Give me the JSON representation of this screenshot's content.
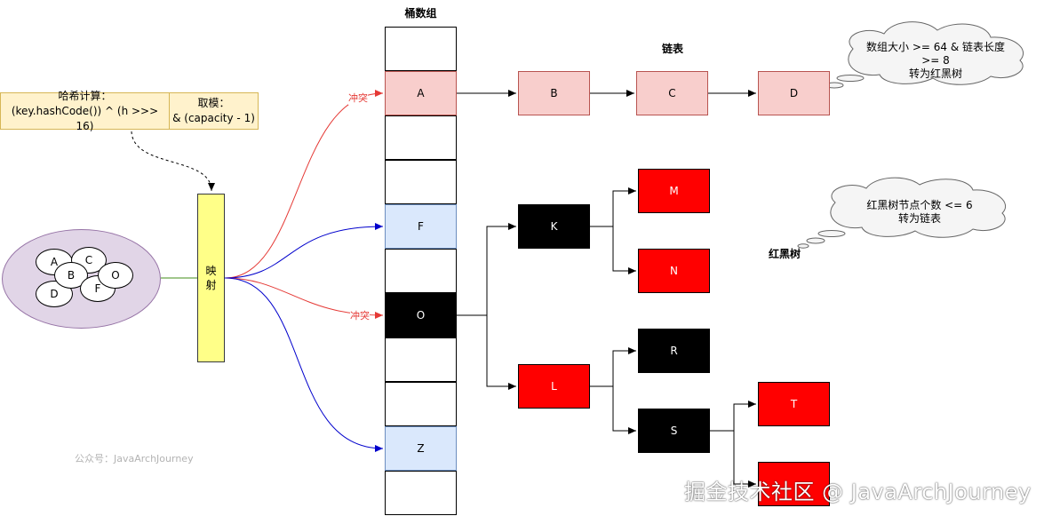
{
  "titles": {
    "bucket_array": "桶数组",
    "linked_list": "链表",
    "red_black_tree": "红黑树"
  },
  "hash_box": {
    "compute_line1": "哈希计算：",
    "compute_line2": "(key.hashCode()) ^ (h >>> 16)",
    "modulo_line1": "取模：",
    "modulo_line2": "& (capacity - 1)"
  },
  "mapping_label": "映\n射",
  "mapping_chars": [
    "映",
    "射"
  ],
  "key_set": [
    "A",
    "C",
    "B",
    "O",
    "D",
    "F"
  ],
  "buckets": [
    "",
    "A",
    "",
    "",
    "F",
    "",
    "O",
    "",
    "",
    "Z",
    ""
  ],
  "collision_label_1": "冲突",
  "collision_label_2": "冲突",
  "list_nodes": [
    "B",
    "C",
    "D"
  ],
  "tree_nodes": {
    "K": "K",
    "L": "L",
    "M": "M",
    "N": "N",
    "R": "R",
    "S": "S",
    "T": "T"
  },
  "cloud_list": {
    "line1": "数组大小 >= 64  & 链表长度 >=  8",
    "line2": "转为红黑树"
  },
  "cloud_tree": {
    "line1": "红黑树节点个数 <= 6",
    "line2": "转为链表"
  },
  "watermark_small": "公众号：JavaArchJourney",
  "watermark_large": "掘金技术社区 @ JavaArchJourney",
  "colors": {
    "pink": "#f8cecc",
    "light_blue": "#dae8fc",
    "red": "#ff0000",
    "black": "#000000",
    "yellow": "#ffff88",
    "purple": "#e1d5e7",
    "hash_bg": "#fff2cc",
    "collision_arrow": "#e53935",
    "normal_arrow": "#0000cc"
  }
}
